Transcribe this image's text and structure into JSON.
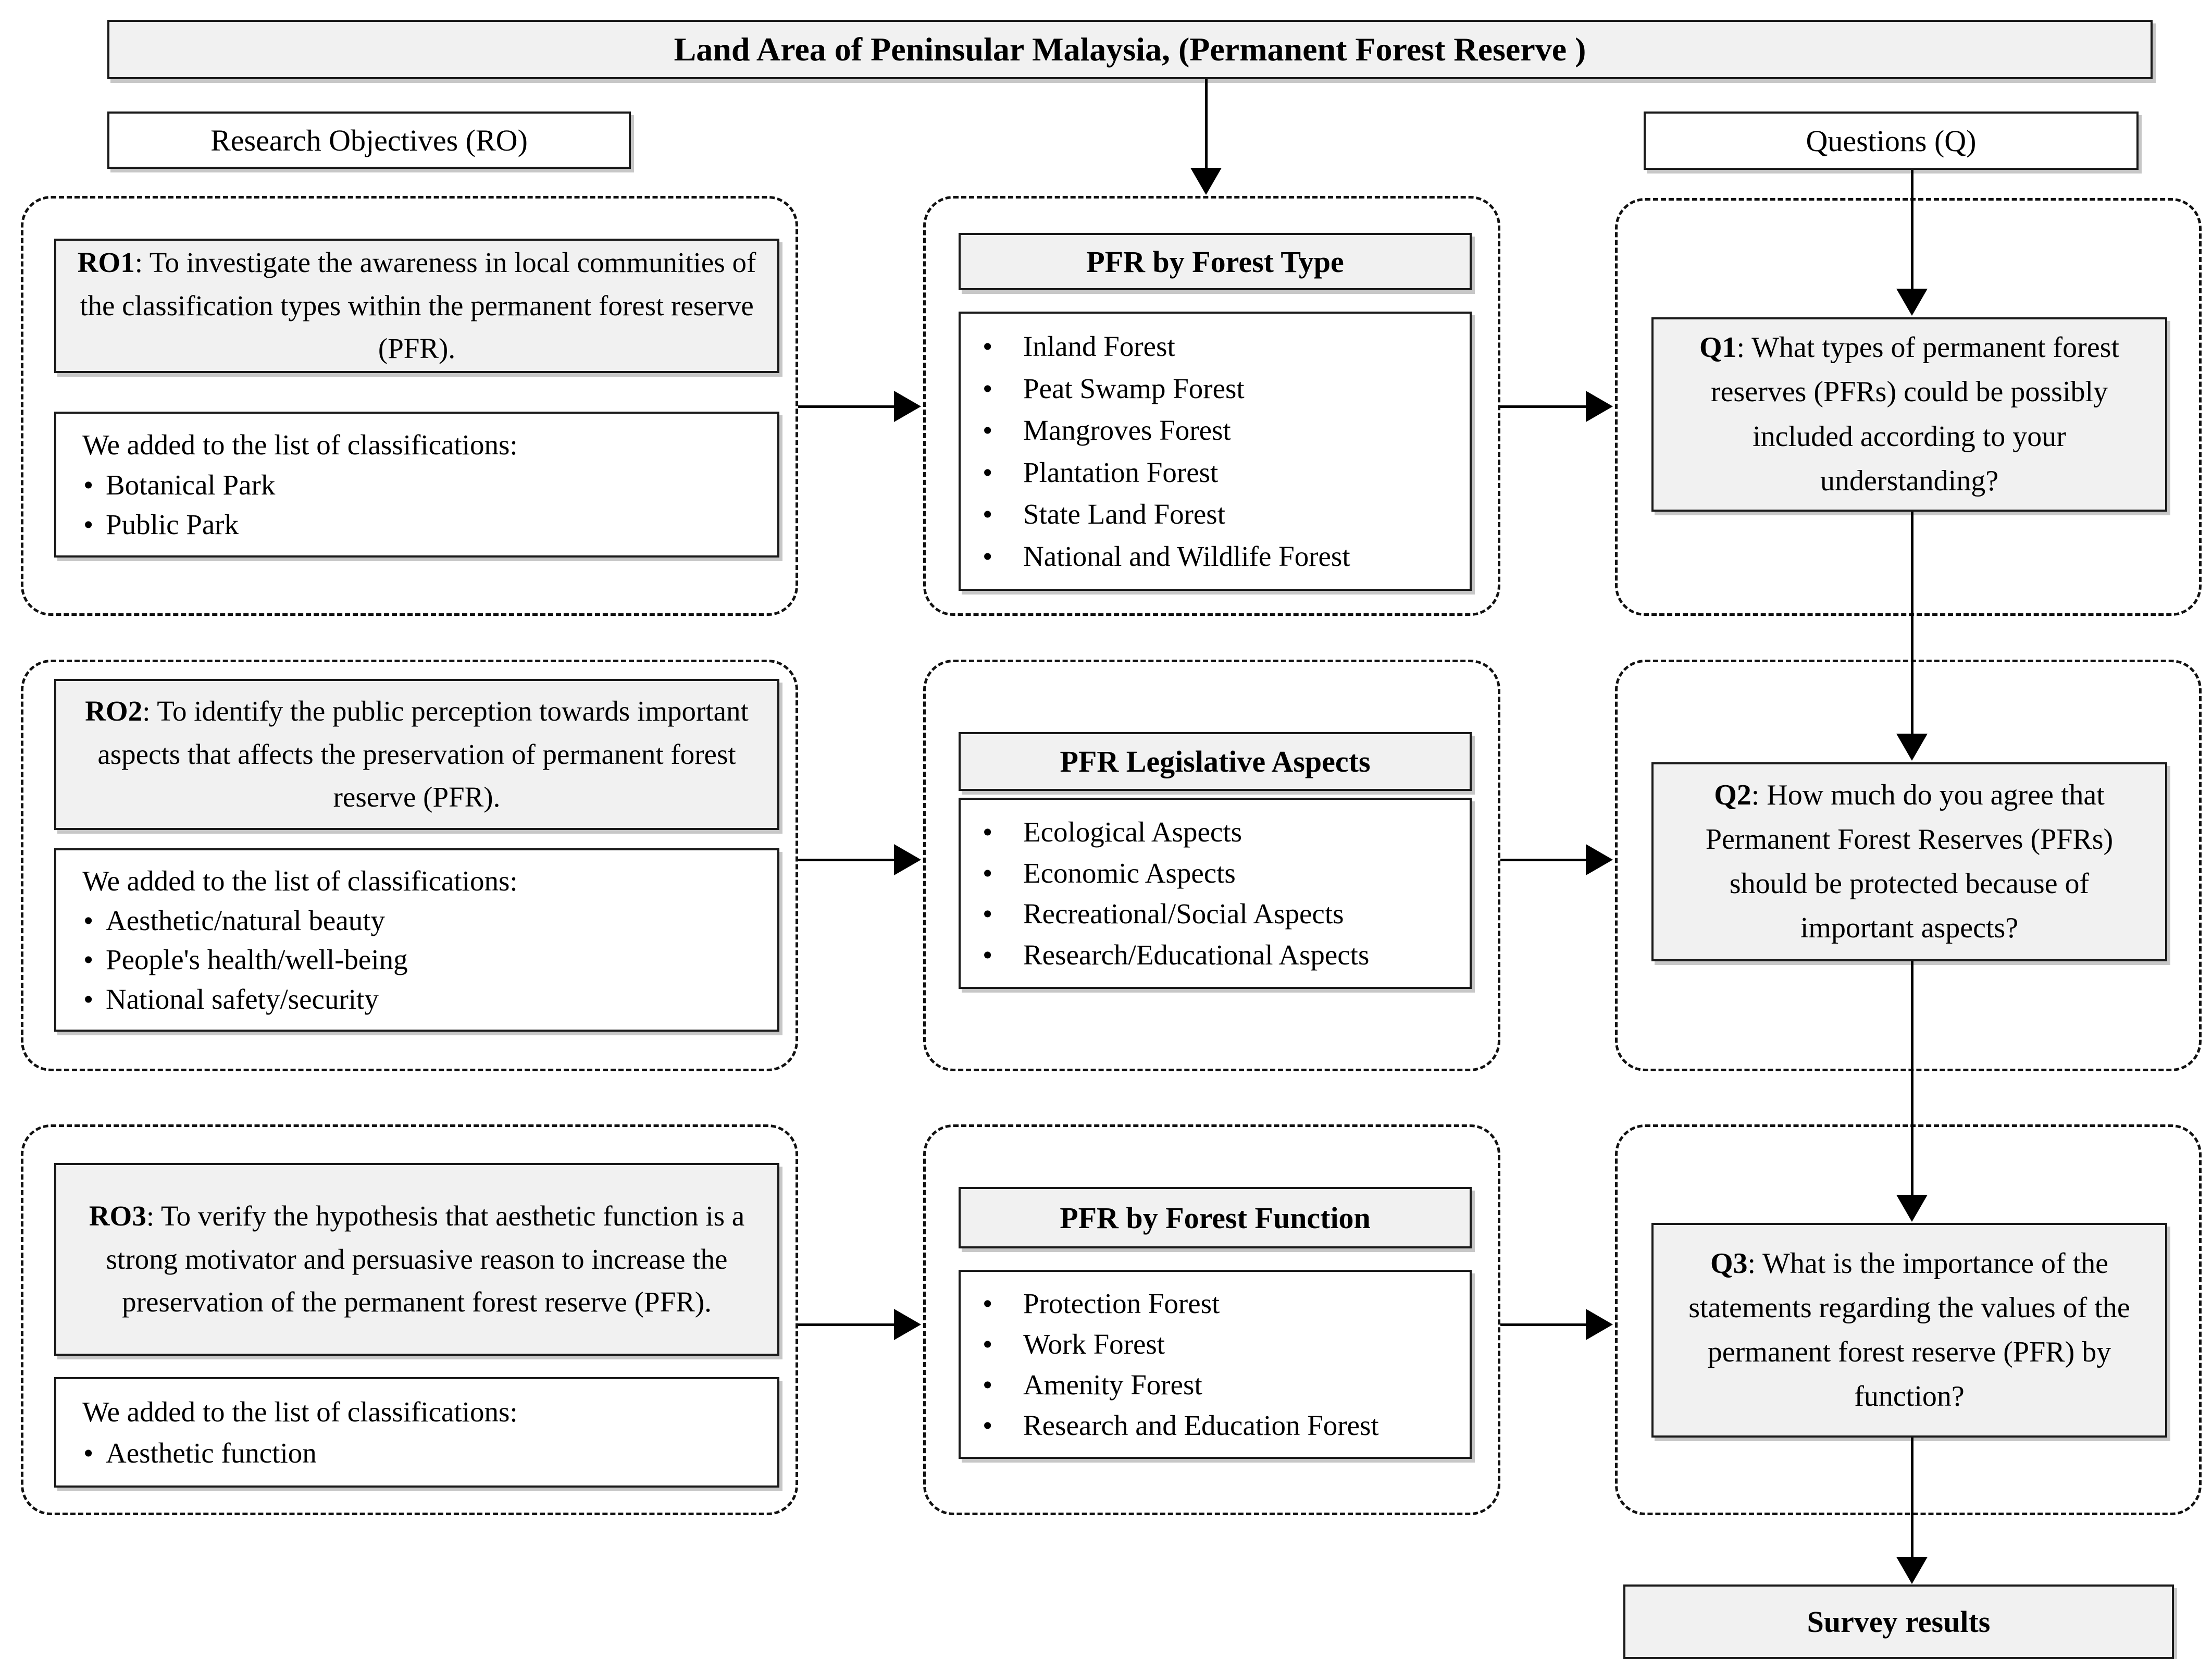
{
  "title": "Land Area of Peninsular Malaysia, (Permanent Forest Reserve )",
  "left_header": "Research Objectives (RO)",
  "right_header": "Questions (Q)",
  "footer": "Survey results",
  "rows": [
    {
      "objective_label": "RO1",
      "objective_text": ": To investigate the awareness in local communities of the classification types within the permanent forest reserve (PFR).",
      "additions_intro": "We added to the list of classifications:",
      "additions": [
        "Botanical Park",
        "Public Park"
      ],
      "category_heading": "PFR by Forest Type",
      "category_items": [
        "Inland Forest",
        "Peat Swamp Forest",
        "Mangroves Forest",
        "Plantation Forest",
        "State Land Forest",
        "National and Wildlife Forest"
      ],
      "question_label": "Q1",
      "question_text": ": What types of permanent forest reserves (PFRs) could be possibly included according to your understanding?"
    },
    {
      "objective_label": "RO2",
      "objective_text": ": To identify the public perception towards important aspects that affects the preservation of permanent forest reserve (PFR).",
      "additions_intro": "We added to the list of classifications:",
      "additions": [
        "Aesthetic/natural beauty",
        "People's health/well-being",
        "National safety/security"
      ],
      "category_heading": "PFR Legislative Aspects",
      "category_items": [
        "Ecological Aspects",
        "Economic Aspects",
        "Recreational/Social Aspects",
        "Research/Educational Aspects"
      ],
      "question_label": "Q2",
      "question_text": ": How much do you agree that Permanent Forest Reserves (PFRs) should be protected because of important aspects?"
    },
    {
      "objective_label": "RO3",
      "objective_text": ": To verify the hypothesis that aesthetic function is a strong motivator and persuasive reason to increase the preservation of the permanent forest reserve (PFR).",
      "additions_intro": "We added to the list of classifications:",
      "additions": [
        "Aesthetic function"
      ],
      "category_heading": "PFR by Forest Function",
      "category_items": [
        "Protection Forest",
        "Work Forest",
        "Amenity Forest",
        "Research and Education Forest"
      ],
      "question_label": "Q3",
      "question_text": ": What is the importance of the statements regarding the values of the permanent forest reserve (PFR) by function?"
    }
  ],
  "bullet_glyph": "•"
}
